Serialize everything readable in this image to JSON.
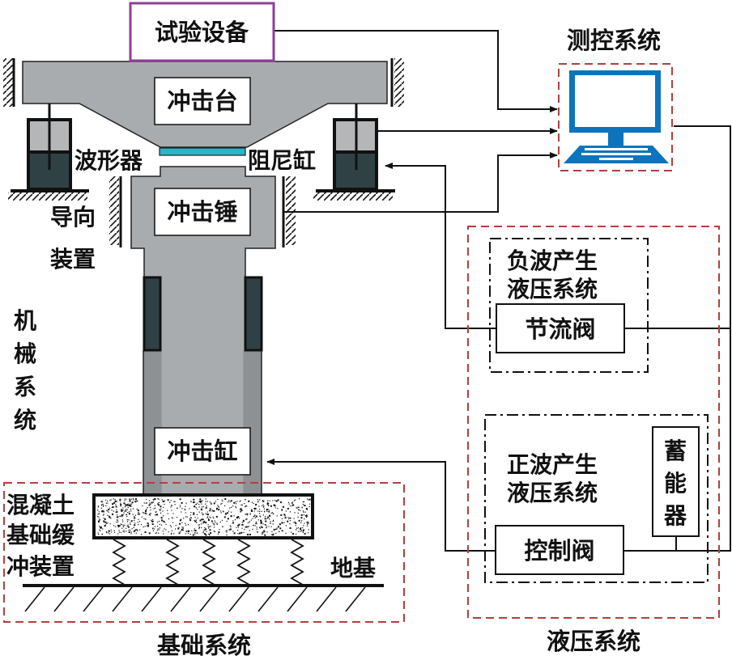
{
  "title": "冲击试验机系统组成示意图",
  "colors": {
    "body_gray": "#a9acae",
    "dark_slate": "#2f4145",
    "damper_gray": "#b4b6b8",
    "cylinder_wall": "#8f9396",
    "wave_shaper": "#2ab4c8",
    "test_box_border": "#8e3e96",
    "dashed_red": "#b0413e",
    "computer_blue": "#0b74bd",
    "line_black": "#111111"
  },
  "mechanical": {
    "test_equipment": "试验设备",
    "impact_table": "冲击台",
    "wave_shaper": "波形器",
    "damping_cylinder": "阻尼缸",
    "impact_hammer": "冲击锤",
    "guide_device": [
      "导向",
      "装置"
    ],
    "impact_cylinder": "冲击缸",
    "system_label": [
      "机",
      "械",
      "系",
      "统"
    ]
  },
  "measurement": {
    "system_label": "测控系统",
    "computer_icon": "computer-icon"
  },
  "foundation": {
    "buffer_device": [
      "混凝土",
      "基础缓",
      "冲装置"
    ],
    "ground": "地基",
    "system_label": "基础系统"
  },
  "hydraulic": {
    "negative_wave": [
      "负波产生",
      "液压系统"
    ],
    "throttle_valve": "节流阀",
    "positive_wave": [
      "正波产生",
      "液压系统"
    ],
    "accumulator": [
      "蓄",
      "能",
      "器"
    ],
    "control_valve": "控制阀",
    "system_label": "液压系统"
  }
}
